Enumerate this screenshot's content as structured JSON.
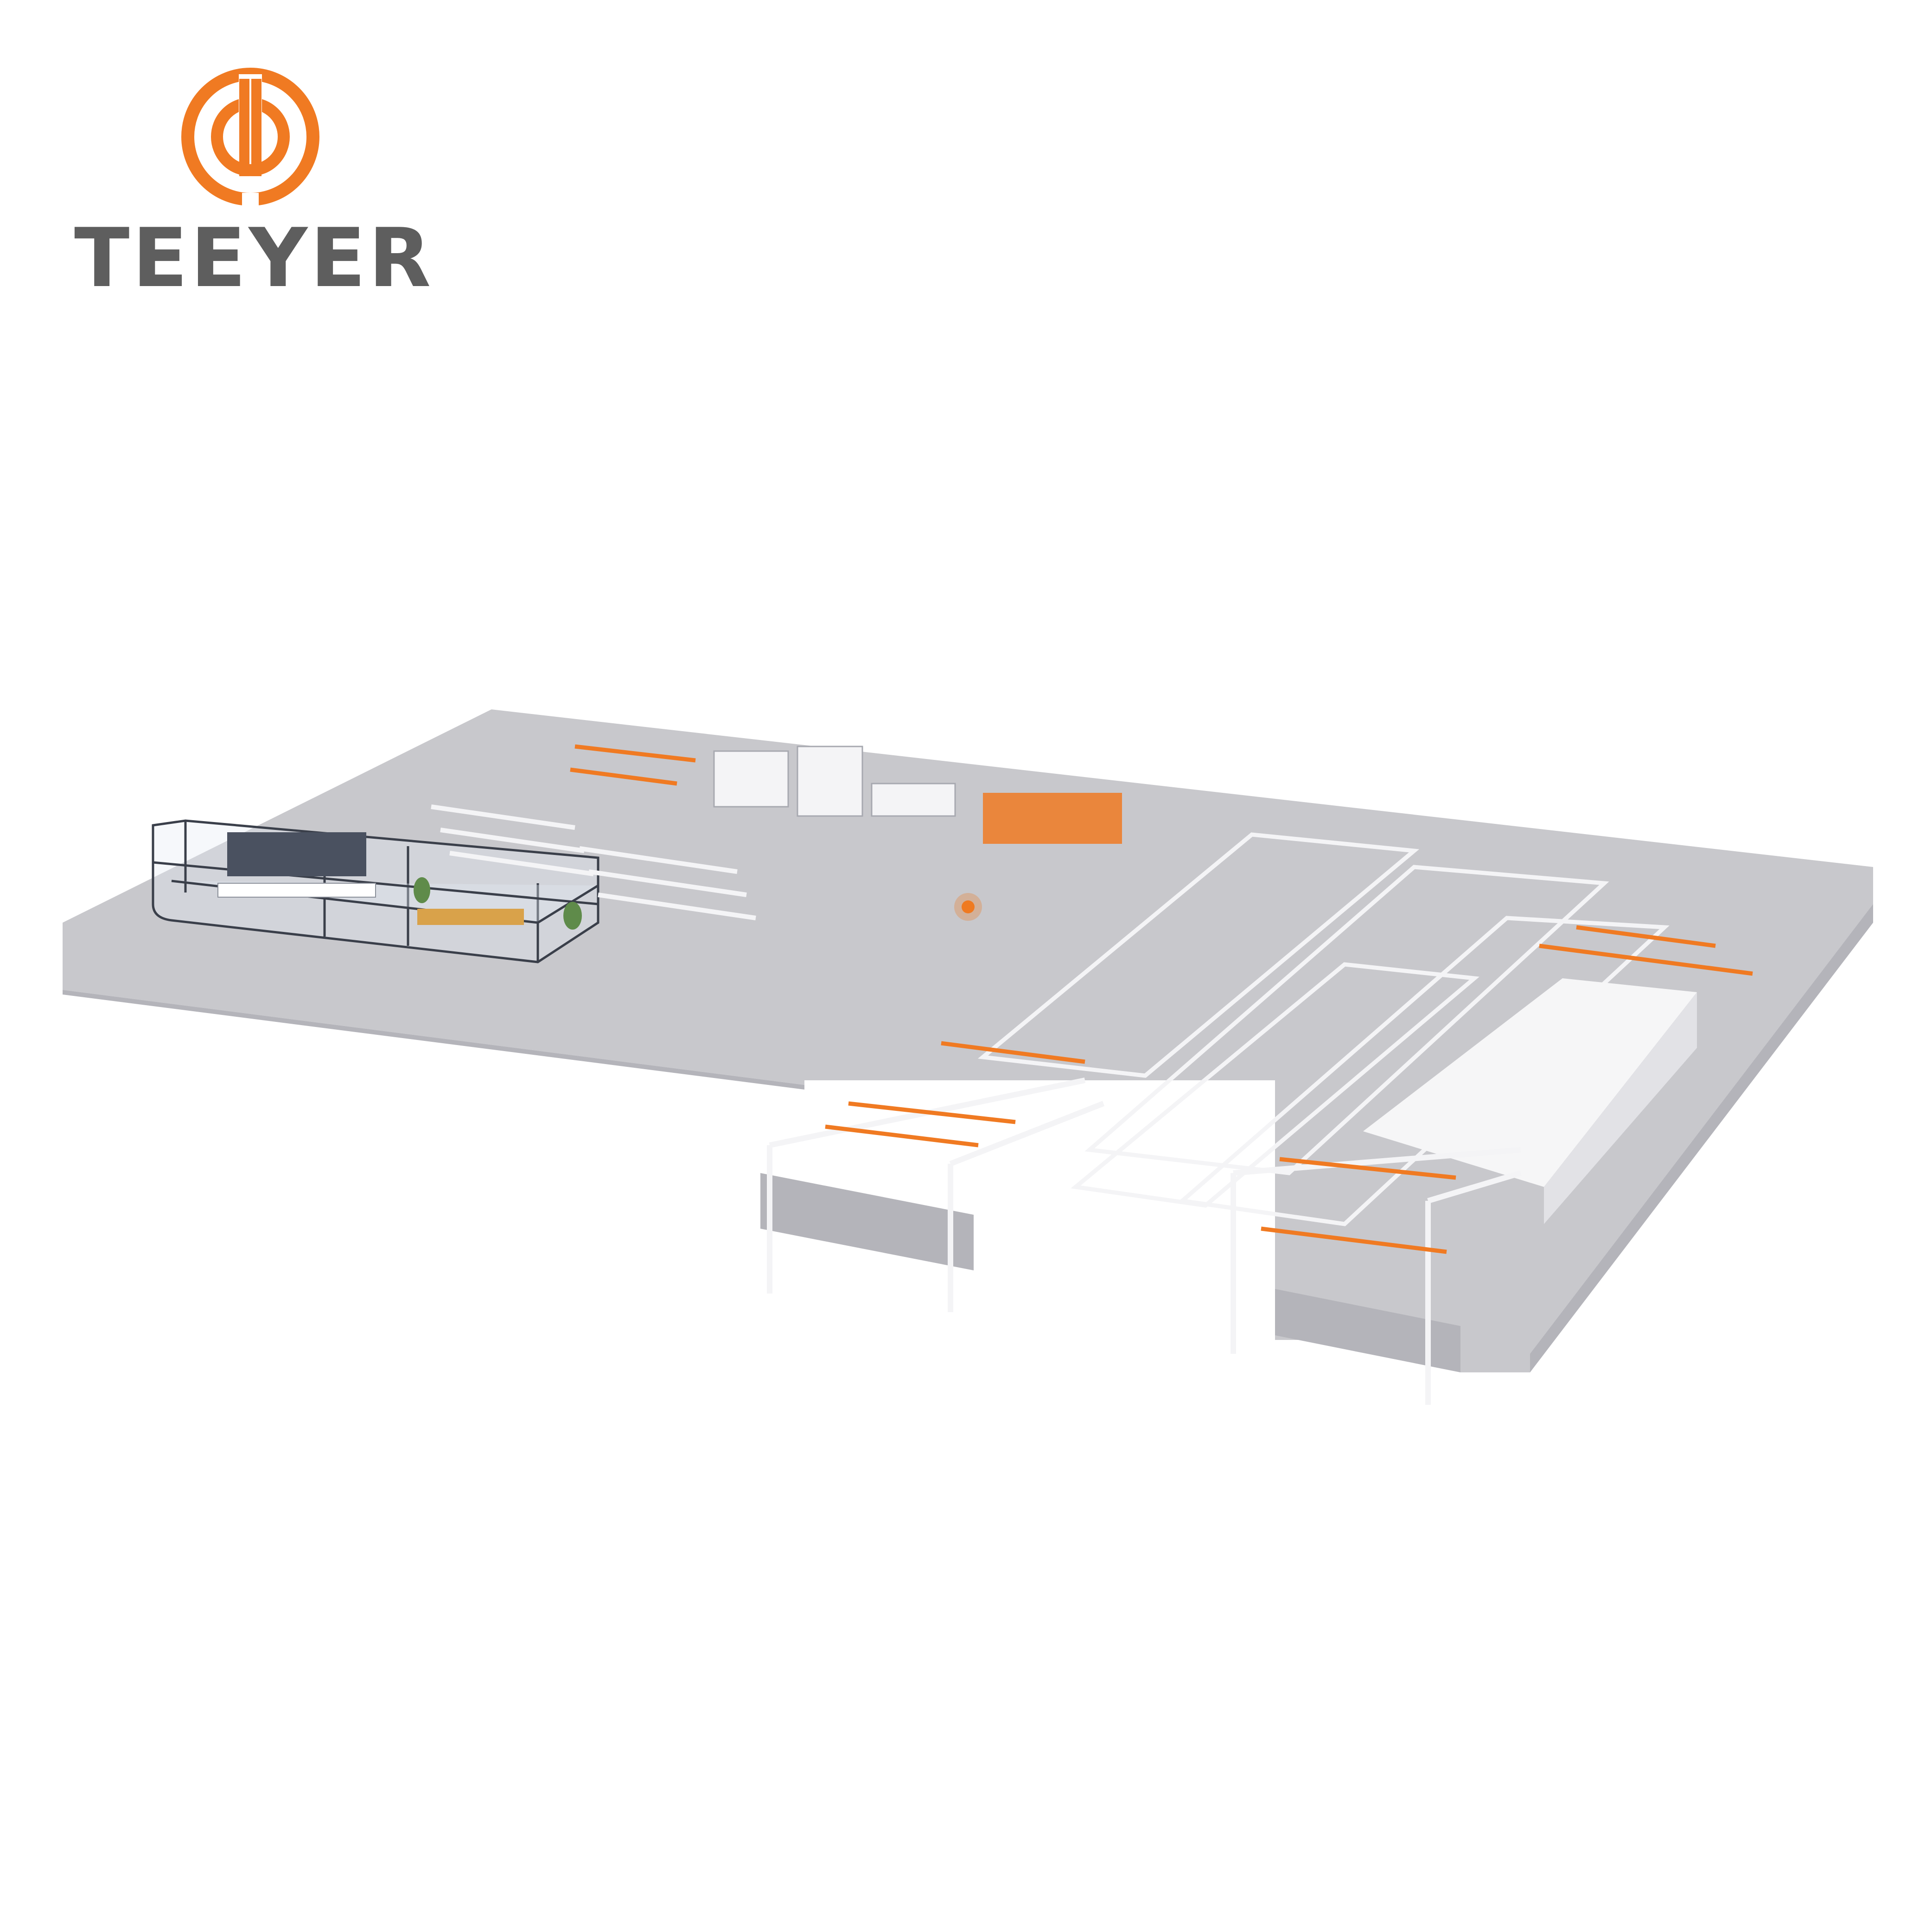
{
  "brand": {
    "name": "TEEYER",
    "logo_icon": "power-symbol-logo",
    "logo_color": "#f07a22",
    "text_color": "#5e5e5e"
  },
  "scene": {
    "description_icon": "isometric-factory-layout",
    "floor_color": "#c8c8cc",
    "floor_shadow_color": "#b4b4ba",
    "accent_color": "#f07a22",
    "equipment_color": "#f4f4f6",
    "glass_room_outline": "#3a3f4a",
    "marker_color": "#f07a22"
  }
}
